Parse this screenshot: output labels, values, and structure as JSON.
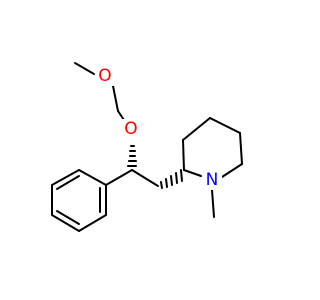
{
  "molecule": {
    "atoms": {
      "oxygen_top": {
        "label": "O",
        "color": "#ff0000"
      },
      "oxygen_chiral": {
        "label": "O",
        "color": "#ff0000"
      },
      "nitrogen": {
        "label": "N",
        "color": "#0000ff"
      }
    },
    "bond_color": "#000000",
    "stereo_bonds": [
      "hashed-wedge",
      "hashed-wedge"
    ]
  }
}
